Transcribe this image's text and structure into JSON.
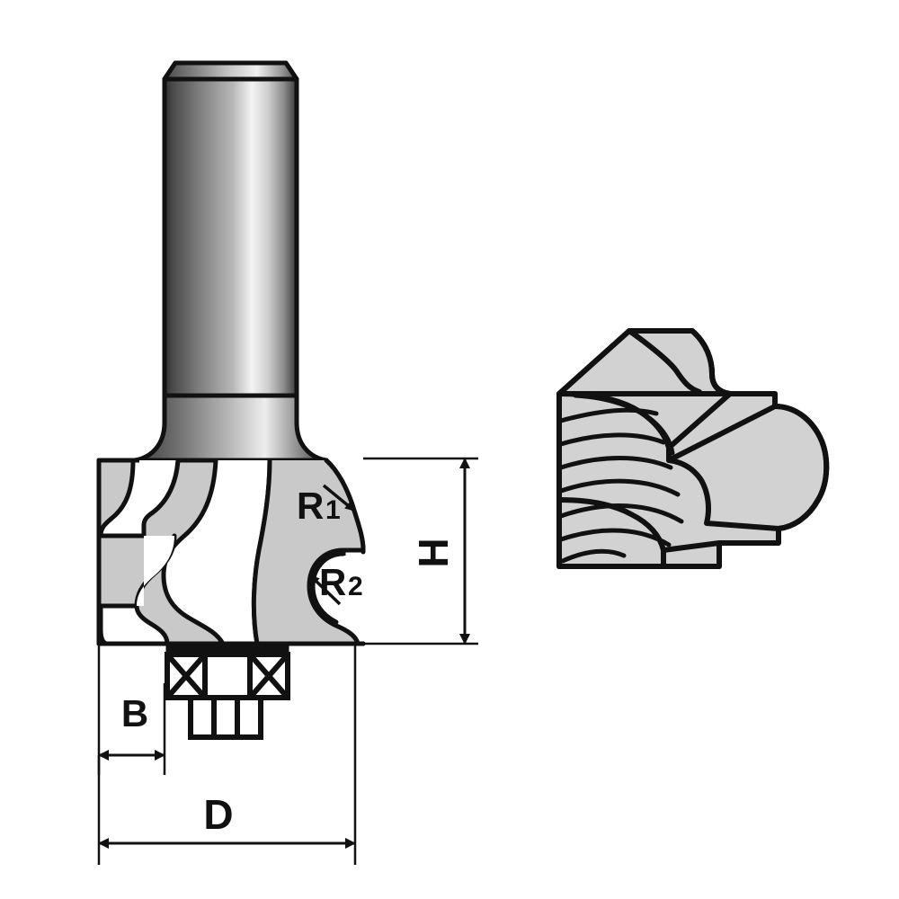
{
  "drawing": {
    "title": "Router Bit Profile Technical Drawing",
    "type": "technical-line-drawing",
    "background_color": "#ffffff",
    "line_color": "#111111",
    "carbide_fill": "#c9c9c9",
    "wood_fill": "#d2d2d2",
    "shank_gradient": [
      "#3b3b3b",
      "#8d8d8d",
      "#f2f2f2",
      "#9a9a9a",
      "#4a4a4a"
    ]
  },
  "dimensions": {
    "diameter": {
      "label": "D",
      "name": "overall-cutting-diameter",
      "orientation": "horizontal"
    },
    "body_width": {
      "label": "B",
      "name": "profile-step-width",
      "orientation": "horizontal"
    },
    "height": {
      "label": "H",
      "name": "cutting-height",
      "orientation": "vertical"
    },
    "radius_1": {
      "label": "R",
      "subscript": "1",
      "name": "upper-convex-radius",
      "orientation": "leader-arrow"
    },
    "radius_2": {
      "label": "R",
      "subscript": "2",
      "name": "lower-concave-radius",
      "orientation": "leader-arrow"
    }
  },
  "parts": {
    "shank": "cylindrical-shank",
    "cutter_body": "profile-cutter-body",
    "carbide_edge": "carbide-cutting-edge",
    "bearing": "ball-bearing-guide",
    "bearing_screw": "bearing-retaining-screw",
    "wood_sample": "machined-wood-molding-sample"
  }
}
